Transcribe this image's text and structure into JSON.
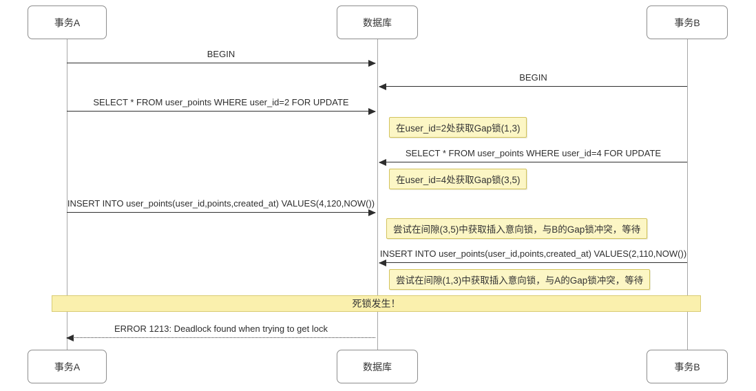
{
  "diagram_type": "sequence-diagram",
  "actors": [
    {
      "name": "事务A"
    },
    {
      "name": "数据库"
    },
    {
      "name": "事务B"
    }
  ],
  "messages": [
    {
      "label": "BEGIN",
      "from": "事务A",
      "to": "数据库",
      "line": "solid"
    },
    {
      "label": "BEGIN",
      "from": "事务B",
      "to": "数据库",
      "line": "solid"
    },
    {
      "label": "SELECT * FROM user_points WHERE user_id=2 FOR UPDATE",
      "from": "事务A",
      "to": "数据库",
      "line": "solid"
    },
    {
      "label": "SELECT * FROM user_points WHERE user_id=4 FOR UPDATE",
      "from": "事务B",
      "to": "数据库",
      "line": "solid"
    },
    {
      "label": "INSERT INTO user_points(user_id,points,created_at) VALUES(4,120,NOW())",
      "from": "事务A",
      "to": "数据库",
      "line": "solid"
    },
    {
      "label": "INSERT INTO user_points(user_id,points,created_at) VALUES(2,110,NOW())",
      "from": "事务B",
      "to": "数据库",
      "line": "solid"
    },
    {
      "label": "ERROR 1213: Deadlock found when trying to get lock",
      "from": "数据库",
      "to": "事务A",
      "line": "dotted"
    }
  ],
  "notes": [
    {
      "text": "在user_id=2处获取Gap锁(1,3)",
      "side": "事务B-side of 数据库"
    },
    {
      "text": "在user_id=4处获取Gap锁(3,5)",
      "side": "事务B-side of 数据库"
    },
    {
      "text": "尝试在间隙(3,5)中获取插入意向锁，与B的Gap锁冲突，等待",
      "side": "事务B-side of 数据库"
    },
    {
      "text": "尝试在间隙(1,3)中获取插入意向锁，与A的Gap锁冲突，等待",
      "side": "事务B-side of 数据库"
    }
  ],
  "banner": {
    "text": "死锁发生！"
  },
  "colors": {
    "note_fill": "#fcf6c5",
    "note_border": "#d2c35d",
    "banner_fill": "#faf0ad",
    "banner_border": "#d8cb72",
    "arrow_line": "#2e2e2e",
    "lifeline": "#a6a6a6",
    "actor_border": "#8c8c8c",
    "background": "#ffffff"
  }
}
